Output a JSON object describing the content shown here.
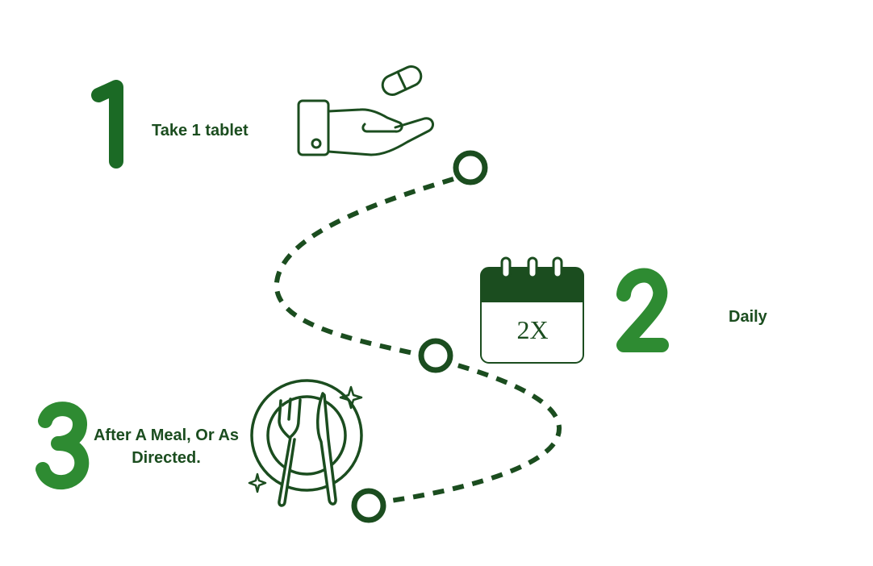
{
  "steps": [
    {
      "number": "1",
      "text": "Take 1 tablet",
      "icon": "hand-pill-icon"
    },
    {
      "number": "2",
      "text": "Daily",
      "icon": "calendar-icon",
      "calendar_text": "2X"
    },
    {
      "number": "3",
      "text_line1": "After A Meal, Or As",
      "text_line2": "Directed.",
      "icon": "plate-fork-knife-icon"
    }
  ],
  "colors": {
    "dark_green": "#1b4d1f",
    "bright_green": "#2e8b32",
    "background": "#ffffff"
  }
}
